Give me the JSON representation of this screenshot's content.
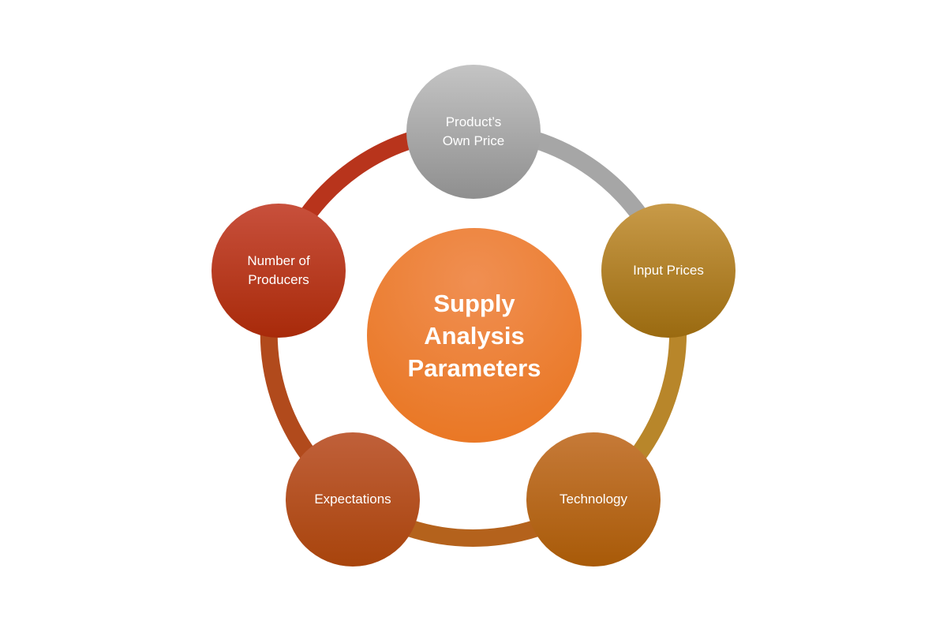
{
  "center": {
    "lines": [
      "Supply",
      "Analysis",
      "Parameters"
    ],
    "color_top": "#f08f52",
    "color_bottom": "#e8731c"
  },
  "nodes": [
    {
      "id": "product-own-price",
      "lines": [
        "Product’s",
        "Own Price"
      ],
      "color_top": "#c4c4c4",
      "color_bottom": "#8f8f8f"
    },
    {
      "id": "input-prices",
      "lines": [
        "Input Prices"
      ],
      "color_top": "#c89a48",
      "color_bottom": "#9a6a10"
    },
    {
      "id": "technology",
      "lines": [
        "Technology"
      ],
      "color_top": "#c67a38",
      "color_bottom": "#a85a08"
    },
    {
      "id": "expectations",
      "lines": [
        "Expectations"
      ],
      "color_top": "#c0603a",
      "color_bottom": "#a8440c"
    },
    {
      "id": "number-of-producers",
      "lines": [
        "Number of",
        "Producers"
      ],
      "color_top": "#c8503c",
      "color_bottom": "#a82a0a"
    }
  ],
  "ring_colors": {
    "top_to_right": "#a6a6a6",
    "right_to_bottom_right": "#b8862a",
    "bottom": "#b4621c",
    "left_to_bottom_left": "#b14a1c",
    "top_to_left": "#b8341c"
  }
}
